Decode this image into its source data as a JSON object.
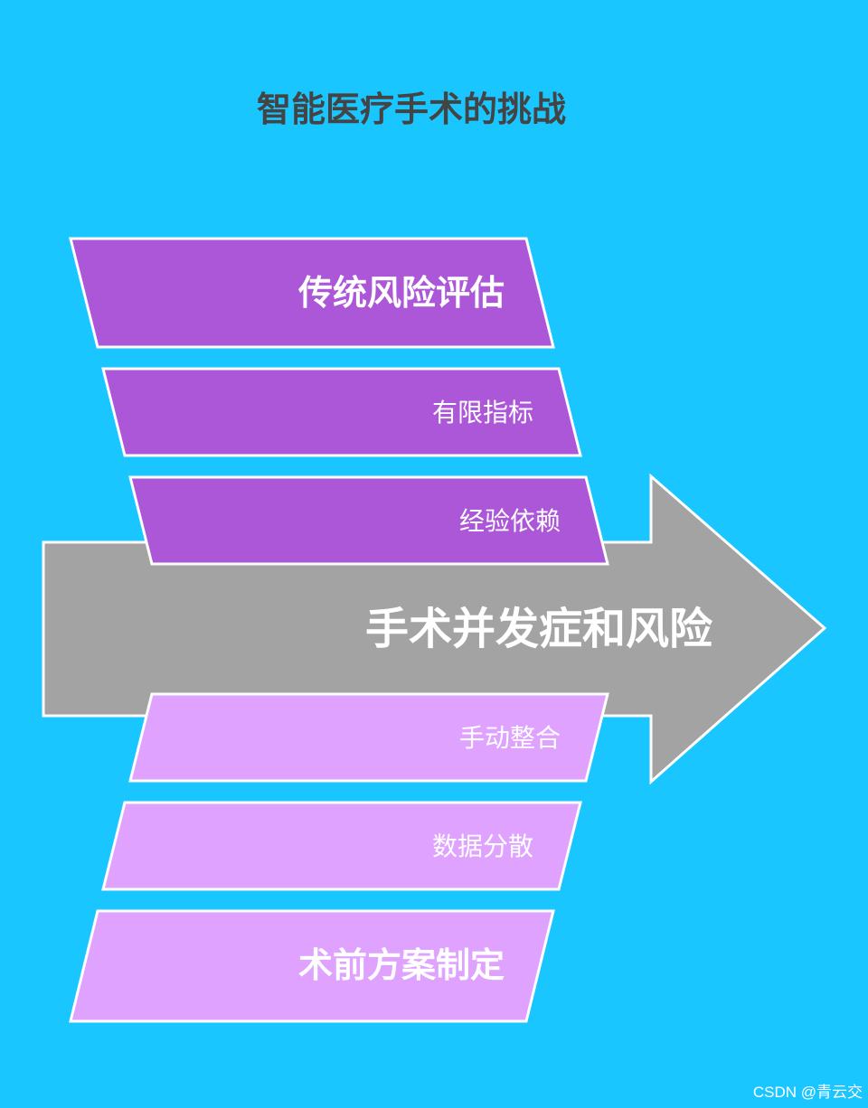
{
  "title": "智能医疗手术的挑战",
  "center": {
    "label": "手术并发症和风险"
  },
  "top_group": {
    "header": "传统风险评估",
    "items": [
      "有限指标",
      "经验依赖"
    ]
  },
  "bottom_group": {
    "items": [
      "手动整合",
      "数据分散"
    ],
    "header": "术前方案制定"
  },
  "watermark": "CSDN @青云交",
  "colors": {
    "background": "#1ac6ff",
    "arrow": "#a3a3a3",
    "top_group": "#ac57d8",
    "bottom_group": "#dfa3ff",
    "stroke": "#ffffff",
    "title": "#444444"
  }
}
